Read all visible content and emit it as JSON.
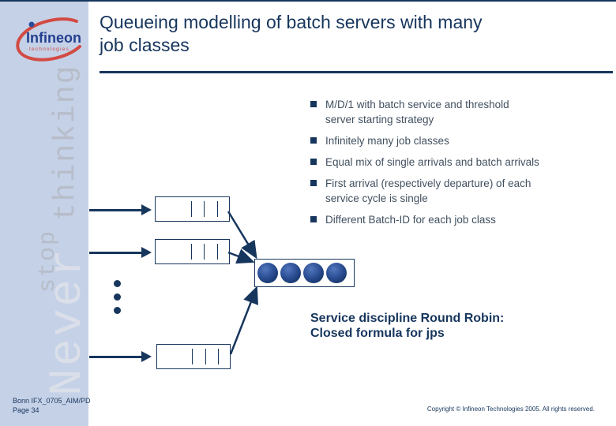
{
  "title": {
    "line1": "Queueing modelling of batch servers with many",
    "line2": "job classes"
  },
  "sidebar": {
    "logo": {
      "brand": "Infineon",
      "sub": "technologies"
    },
    "slogan": {
      "never": "Never",
      "stop": "stop",
      "thinking": "thinking"
    }
  },
  "bullets": [
    "M/D/1 with batch service and threshold server starting strategy",
    "Infinitely many job classes",
    "Equal mix of single arrivals and batch arrivals",
    "First arrival (respectively departure) of each service cycle is single",
    "Different Batch-ID for each job class"
  ],
  "diagram": {
    "queue_count": 3,
    "ticks_per_queue": 3,
    "server_ball_count": 4,
    "ellipsis_dot_count": 3,
    "caption": {
      "line1": "Service discipline Round Robin:",
      "line2": "Closed formula for jps"
    }
  },
  "footer": {
    "doc_ref": "Bonn IFX_0705_AIM/PD",
    "page": "Page 34",
    "copyright": "Copyright © Infineon Technologies 2005. All rights reserved."
  },
  "colors": {
    "navy": "#17365d",
    "body_text": "#41505f",
    "sidebar_bg": "#c5d1e7",
    "slogan_gray": "#b7bdc9",
    "slogan_light": "#dadfe9",
    "logo_red": "#d24a43",
    "logo_blue": "#233f8f",
    "ball_blue": "#2c4f95"
  }
}
